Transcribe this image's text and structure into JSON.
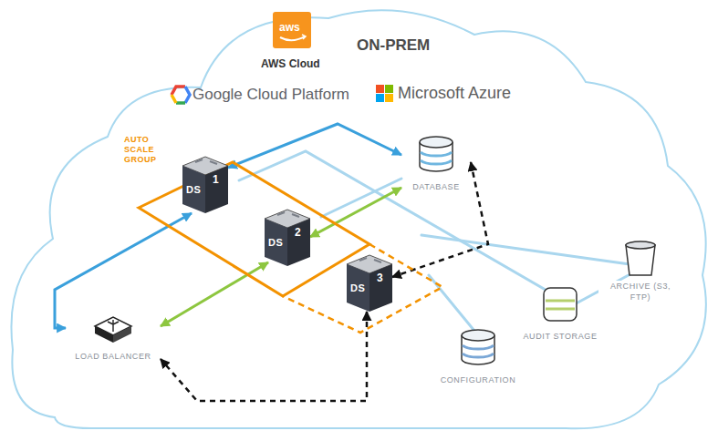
{
  "diagram": {
    "nodes": [
      {
        "text": [
          "AUTO SCALE GROUP"
        ]
      },
      {
        "text": [
          "DS",
          "1"
        ],
        "in": 0
      },
      {
        "text": [
          "DS",
          "2"
        ],
        "in": 0
      },
      {
        "text": [
          "DS",
          "3"
        ],
        "in": 0
      },
      {
        "text": [
          "DATABASE"
        ]
      },
      {
        "text": [
          "LOAD BALANCER"
        ]
      },
      {
        "text": [
          "ARCHIVE (S3, FTP)"
        ]
      },
      {
        "text": [
          "AUDIT STORAGE"
        ]
      },
      {
        "text": [
          "CONFIGURATION"
        ]
      }
    ],
    "edges": [
      {
        "from": 5,
        "to": 1,
        "arrow": "both"
      },
      {
        "from": 1,
        "to": 4,
        "arrow": "both"
      },
      {
        "from": 2,
        "to": 4,
        "arrow": "both"
      },
      {
        "from": 5,
        "to": 2,
        "arrow": "both"
      },
      {
        "from": 3,
        "to": 5,
        "arrow": "both"
      },
      {
        "from": 4,
        "to": 3,
        "arrow": "both"
      }
    ],
    "labels": [
      "aws",
      "AWS Cloud",
      "ON-PREM",
      "Google Cloud Platform",
      "Microsoft Azure"
    ]
  }
}
